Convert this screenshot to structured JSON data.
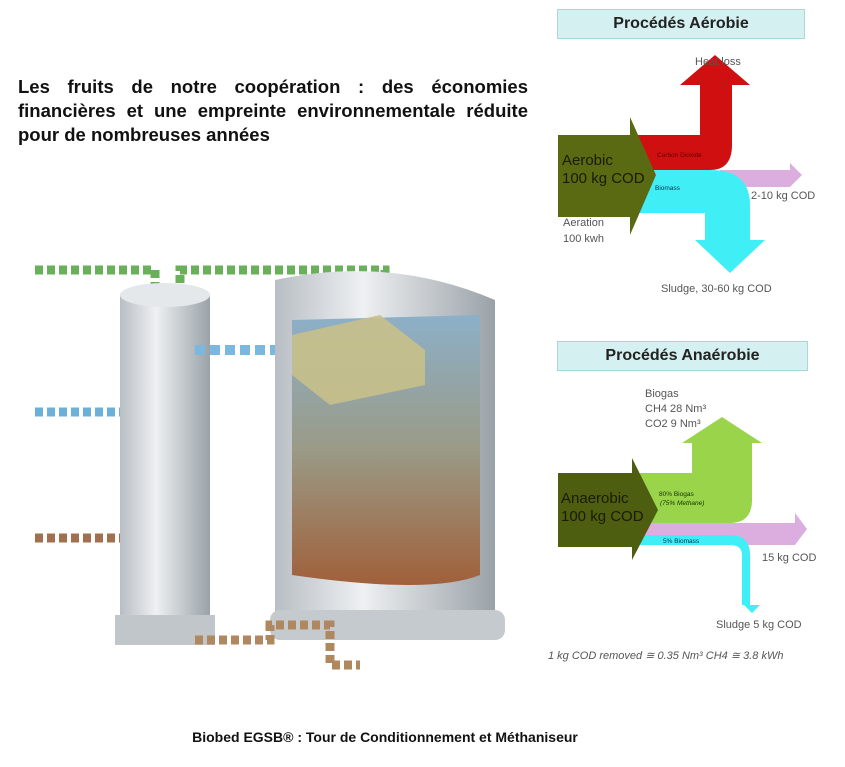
{
  "intro_text": "Les fruits de notre coopération : des économies financières et une empreinte environnementale réduite pour de nombreuses années",
  "caption": "Biobed EGSB® : Tour de Conditionnement et Méthaniseur",
  "aerobic": {
    "title": "Procédés Aérobie",
    "heat_loss": "Heat loss",
    "input_l1": "Aerobic",
    "input_l2": "100 kg COD",
    "carbon": "Carbon Dioxide",
    "biomass": "Biomass",
    "effluent": "2-10 kg COD",
    "aeration_l1": "Aeration",
    "aeration_l2": "100 kwh",
    "sludge": "Sludge, 30-60 kg COD"
  },
  "anaerobic": {
    "title": "Procédés Anaérobie",
    "biogas": "Biogas",
    "ch4": "CH4 28 Nm³",
    "co2": "CO2 9 Nm³",
    "input_l1": "Anaerobic",
    "input_l2": "100 kg COD",
    "biogas_pct": "80% Biogas",
    "methane": "(75% Methane)",
    "biomass": "5% Biomass",
    "effluent": "15 kg COD",
    "sludge": "Sludge 5 kg COD",
    "footnote": "1 kg COD removed ≅ 0.35 Nm³ CH4 ≅ 3.8 kWh"
  },
  "colors": {
    "input": "#5a6a12",
    "co2": "#d01010",
    "biomass": "#40eef5",
    "effluent": "#dcaee0",
    "biogas": "#9ad44a",
    "title_bg": "#d4f0f0"
  }
}
